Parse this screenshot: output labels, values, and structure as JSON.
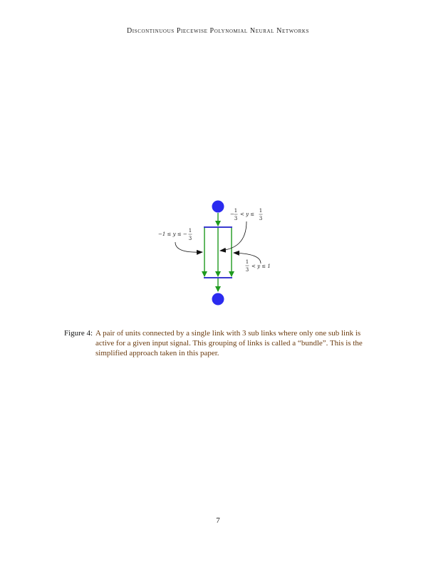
{
  "header": {
    "running_title": "Discontinuous Piecewise Polynomial Neural Networks"
  },
  "figure": {
    "label_left": {
      "lhs": "−1 ≤ y ≤ −",
      "num": "1",
      "den": "3"
    },
    "label_top": {
      "prefix": "−",
      "num1": "1",
      "den1": "3",
      "middle": "< y ≤",
      "num2": "1",
      "den2": "3"
    },
    "label_right": {
      "num": "1",
      "den": "3",
      "rhs": "< y ≤ 1"
    },
    "colors": {
      "unit": "#2b2bef",
      "bundle_bar": "#3a3ad0",
      "sublink": "#1f9a1f",
      "pointer": "#111111"
    }
  },
  "caption": {
    "label": "Figure 4:",
    "text": "A pair of units connected by a single link with 3 sub links where only one sub link is active for a given input signal. This grouping of links is called a “bundle”. This is the simplified approach taken in this paper."
  },
  "page_number": "7"
}
